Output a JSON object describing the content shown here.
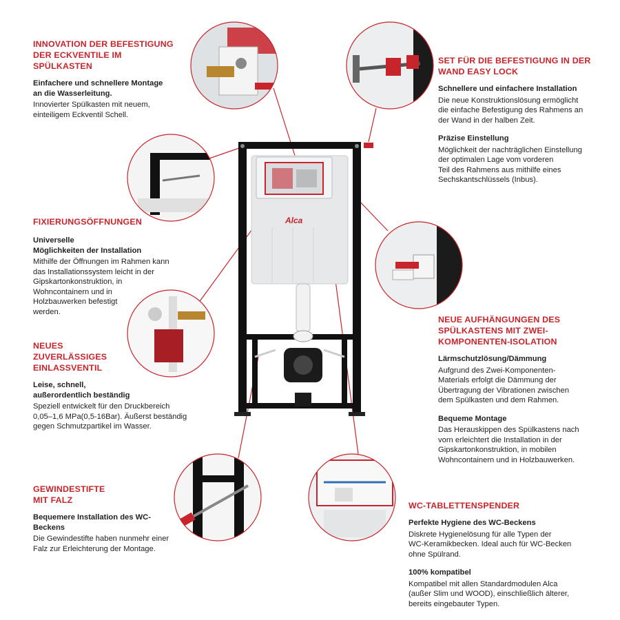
{
  "colors": {
    "accent": "#c8242b",
    "frame": "#111111",
    "cistern": "#e6e8ea"
  },
  "logo": {
    "brand": "Alca"
  },
  "callouts": [
    {
      "id": "eckventil",
      "heading": "INNOVATION DER BEFESTIGUNG\nDER ECKVENTILE IM\nSPÜLKASTEN",
      "items": [
        {
          "sub": "Einfachere und schnellere Montage\nan die Wasserleitung.",
          "text": "Innovierter Spülkasten mit neuem,\neinteiligem Eckventil Schell."
        }
      ]
    },
    {
      "id": "easylock",
      "heading": "SET FÜR DIE BEFESTIGUNG IN DER\nWAND EASY LOCK",
      "items": [
        {
          "sub": "Schnellere und einfachere Installation",
          "text": "Die neue Konstruktionslösung ermöglicht\ndie einfache Befestigung des Rahmens an\nder Wand in der halben Zeit."
        },
        {
          "sub": "Präzise Einstellung",
          "text": "Möglichkeit der nachträglichen Einstellung\nder optimalen Lage vom vorderen\nTeil des Rahmens aus mithilfe eines\nSechskantschlüssels (Inbus)."
        }
      ]
    },
    {
      "id": "fixierung",
      "heading": "FIXIERUNGSÖFFNUNGEN",
      "items": [
        {
          "sub": "Universelle\nMöglichkeiten der Installation",
          "text": "Mithilfe der Öffnungen im Rahmen kann\ndas Installationssystem leicht in der\nGipskartonkonstruktion, in\nWohncontainern und in\nHolzbauwerken befestigt\nwerden."
        }
      ]
    },
    {
      "id": "einlass",
      "heading": "NEUES\nZUVERLÄSSIGES\nEINLASSVENTIL",
      "items": [
        {
          "sub": "Leise, schnell,\naußerordentlich beständig",
          "text": "Speziell entwickelt für den Druckbereich\n0,05–1,6 MPa(0,5-16Bar). Äußerst beständig\ngegen Schmutzpartikel im Wasser."
        }
      ]
    },
    {
      "id": "aufhaengung",
      "heading": "NEUE AUFHÄNGUNGEN DES\nSPÜLKASTENS MIT ZWEI-\nKOMPONENTEN-ISOLATION",
      "items": [
        {
          "sub": "Lärmschutzlösung/Dämmung",
          "text": "Aufgrund des Zwei-Komponenten-\nMaterials erfolgt die Dämmung der\nÜbertragung der Vibrationen zwischen\ndem Spülkasten und dem Rahmen."
        },
        {
          "sub": "Bequeme Montage",
          "text": "Das Herauskippen des Spülkastens nach\nvorn erleichtert die Installation in der\nGipskartonkonstruktion, in mobilen\nWohncontainern und in Holzbauwerken."
        }
      ]
    },
    {
      "id": "gewinde",
      "heading": "GEWINDESTIFTE\nMIT FALZ",
      "items": [
        {
          "sub": "Bequemere Installation des WC-\nBeckens",
          "text": "Die Gewindestifte haben nunmehr einer\nFalz zur Erleichterung der Montage."
        }
      ]
    },
    {
      "id": "tablette",
      "heading": "WC-TABLETTENSPENDER",
      "items": [
        {
          "sub": "Perfekte Hygiene des WC-Beckens",
          "text": "Diskrete Hygienelösung für alle Typen der\nWC-Keramikbecken. Ideal auch für WC-Becken\nohne Spülrand."
        },
        {
          "sub": "100% kompatibel",
          "text": "Kompatibel mit allen Standardmodulen Alca\n(außer Slim und WOOD), einschließlich älterer,\nbereits eingebauter Typen."
        }
      ]
    }
  ]
}
